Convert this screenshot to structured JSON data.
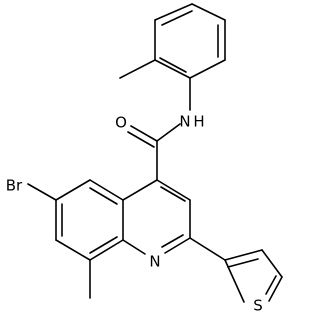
{
  "diagram": {
    "type": "chemical-structure",
    "atoms": {
      "br": "Br",
      "o": "O",
      "nh": "N",
      "h": "H",
      "n_ring": "N",
      "s": "S"
    }
  }
}
